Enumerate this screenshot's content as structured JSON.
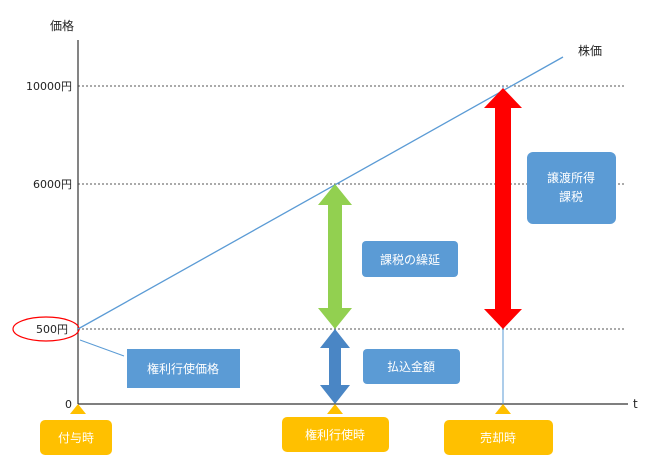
{
  "axes": {
    "y_label": "価格",
    "x_label": "t",
    "origin_label": "0",
    "price_ticks": [
      "10000円",
      "6000円",
      "500円"
    ]
  },
  "line_label": "株価",
  "callouts": {
    "exercise_price": "権利行使価格",
    "payment_amount": "払込金額",
    "tax_deferral": "課税の繰延",
    "transfer_tax_line1": "譲渡所得",
    "transfer_tax_line2": "課税"
  },
  "timeline": {
    "grant": "付与時",
    "exercise": "権利行使時",
    "sale": "売却時"
  },
  "colors": {
    "blue_box": "#5b9bd5",
    "blue_arrow": "#4a86c5",
    "green_arrow": "#92d050",
    "red_arrow": "#ff0000",
    "timeline_box": "#ffc000",
    "stock_line": "#5b9bd5",
    "highlight_ellipse": "#ff0000"
  }
}
